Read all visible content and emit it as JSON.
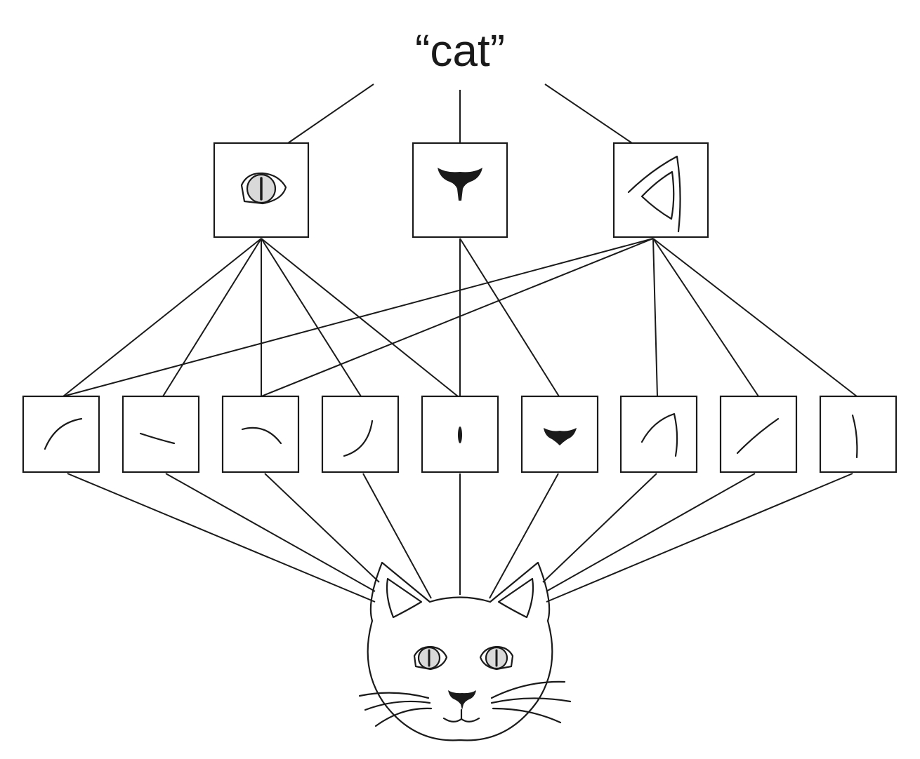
{
  "diagram": {
    "top_label": "“cat”",
    "top_features": [
      "cat-eye",
      "cat-nose",
      "cat-ear"
    ],
    "edge_features": [
      "arc-curve",
      "descending-line",
      "down-curve",
      "rising-curve",
      "vertical-pupil",
      "nose-blob",
      "ear-outline",
      "diagonal-line",
      "vertical-curve"
    ],
    "input": "cat-face",
    "colors": {
      "ink": "#1a1a1a",
      "eye_fill": "#d9d9d9",
      "background": "#ffffff"
    }
  }
}
